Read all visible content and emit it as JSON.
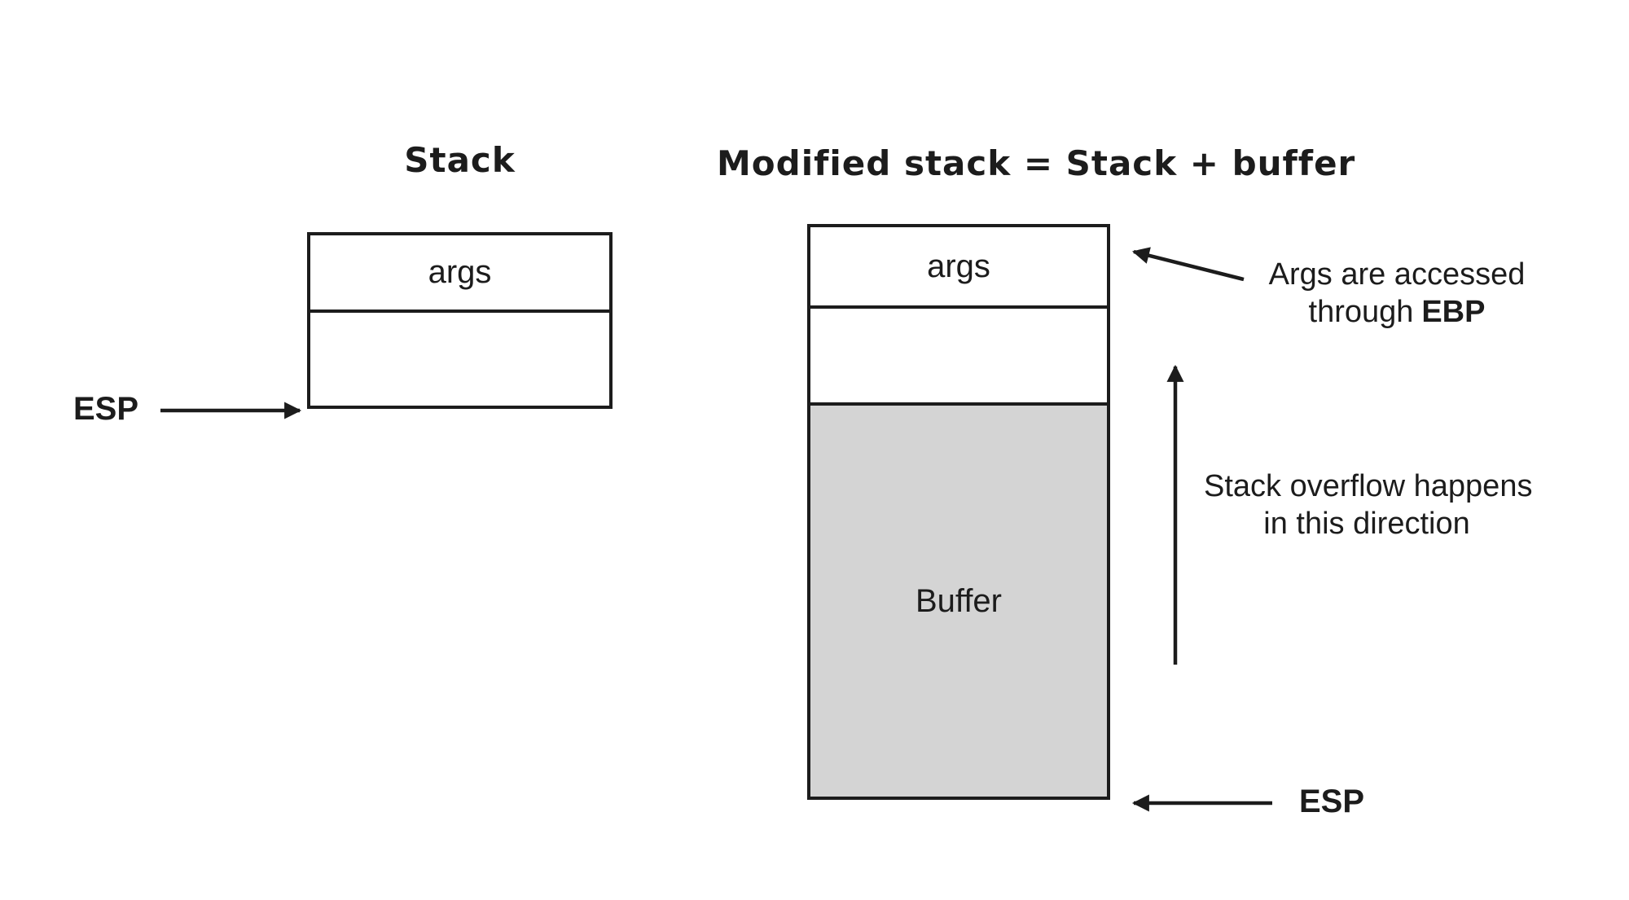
{
  "colors": {
    "background": "#ffffff",
    "line": "#1c1c1c",
    "text": "#1c1c1c",
    "buffer_fill": "#d4d4d4"
  },
  "left_diagram": {
    "title": "Stack",
    "args_label": "args",
    "esp_label": "ESP"
  },
  "right_diagram": {
    "title": "Modified stack = Stack + buffer",
    "args_label": "args",
    "buffer_label": "Buffer",
    "esp_label": "ESP",
    "annotations": {
      "args_access": {
        "line1": "Args are accessed",
        "line2_regular": "through",
        "line2_bold": "EBP"
      },
      "overflow": {
        "line1": "Stack overflow happens",
        "line2": "in this direction"
      }
    }
  }
}
